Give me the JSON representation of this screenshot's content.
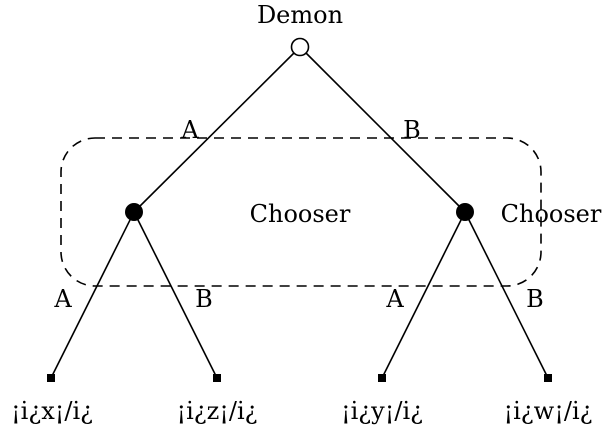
{
  "root": {
    "label": "Demon",
    "edges": {
      "left": "A",
      "right": "B"
    }
  },
  "left_node": {
    "label": "Chooser",
    "edges": {
      "left": "A",
      "right": "B"
    }
  },
  "right_node": {
    "label": "Chooser",
    "edges": {
      "left": "A",
      "right": "B"
    }
  },
  "leaves": [
    "¡i¿x¡/i¿",
    "¡i¿z¡/i¿",
    "¡i¿y¡/i¿",
    "¡i¿w¡/i¿"
  ],
  "colors": {
    "ink": "#000000",
    "background": "#ffffff"
  }
}
